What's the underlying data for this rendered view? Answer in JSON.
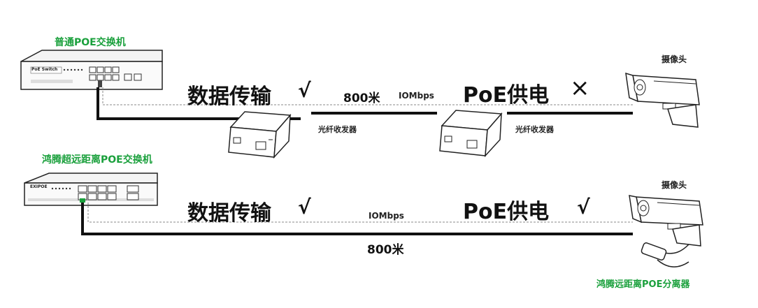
{
  "top": {
    "switch_label": "普通POE交换机",
    "switch_brand": "PoE Switch",
    "data_text": "数据传输",
    "data_mark": "√",
    "distance": "800米",
    "speed": "IOMbps",
    "poe_text": "PoE供电",
    "poe_mark": "×",
    "transceiver_label_1": "光纤收发器",
    "transceiver_label_2": "光纤收发器",
    "camera_label": "摄像头"
  },
  "bottom": {
    "switch_label": "鸿腾超远距离POE交换机",
    "switch_brand": "EXIPOE",
    "data_text": "数据传输",
    "data_mark": "√",
    "speed": "IOMbps",
    "poe_text": "PoE供电",
    "poe_mark": "√",
    "distance": "800米",
    "camera_label": "摄像头",
    "splitter_label": "鸿腾远距离POE分离器"
  },
  "colors": {
    "label_green": "#1aa03c",
    "line": "#111111",
    "dashed": "#888888"
  }
}
